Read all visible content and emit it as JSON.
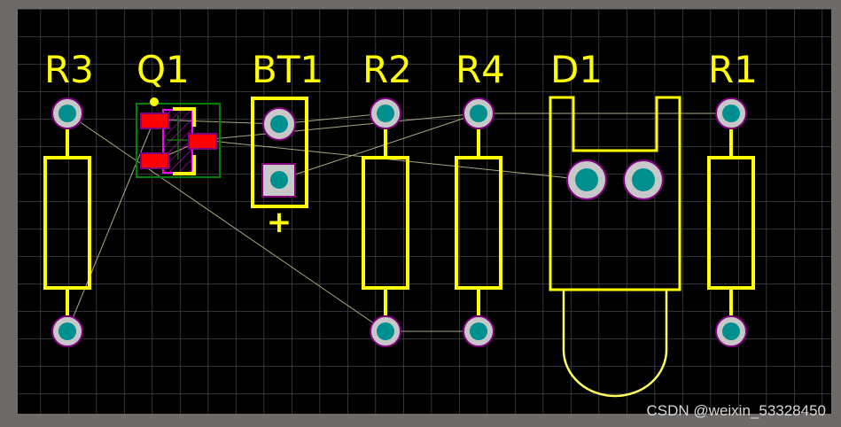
{
  "designators": {
    "r3": "R3",
    "q1": "Q1",
    "bt1": "BT1",
    "r2": "R2",
    "r4": "R4",
    "d1": "D1",
    "r1": "R1"
  },
  "polarity_mark": "+",
  "watermark": "CSDN @weixin_53328450",
  "colors": {
    "background": "#000000",
    "frame": "#6e6a68",
    "grid": "#4a4a55",
    "silkscreen": "#ffff00",
    "pad_copper": "#c8c8c8",
    "pad_hole": "#008f8f",
    "pad_outline": "#800080",
    "smd_pad": "#ff0000",
    "ratsnest": "#a8a880",
    "courtyard": "#008000"
  }
}
